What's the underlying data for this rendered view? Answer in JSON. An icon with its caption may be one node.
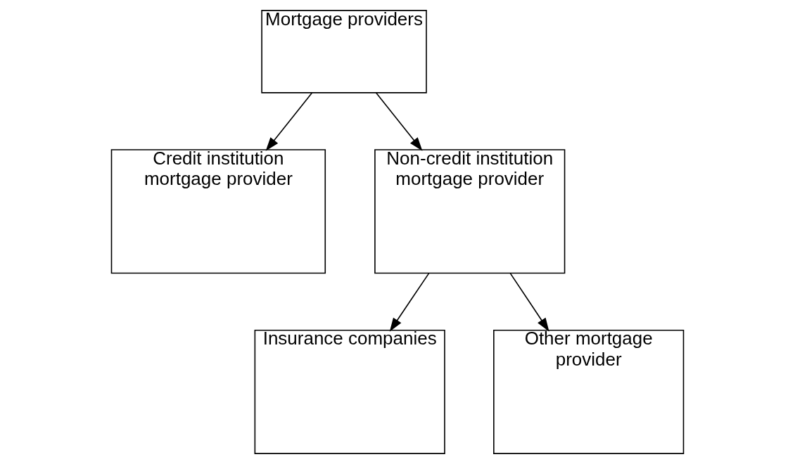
{
  "diagram": {
    "nodes": [
      {
        "text": [
          "Mortgage providers"
        ]
      },
      {
        "text": [
          "Credit institution mortgage provider"
        ]
      },
      {
        "text": [
          "Non-credit institution mortgage provider"
        ]
      },
      {
        "text": [
          "Insurance companies"
        ]
      },
      {
        "text": [
          "Other mortgage provider"
        ]
      }
    ],
    "edges": [
      {
        "from": 0,
        "to": 1,
        "arrow": "to"
      },
      {
        "from": 0,
        "to": 2,
        "arrow": "to"
      },
      {
        "from": 2,
        "to": 3,
        "arrow": "to"
      },
      {
        "from": 2,
        "to": 4,
        "arrow": "to"
      }
    ]
  }
}
